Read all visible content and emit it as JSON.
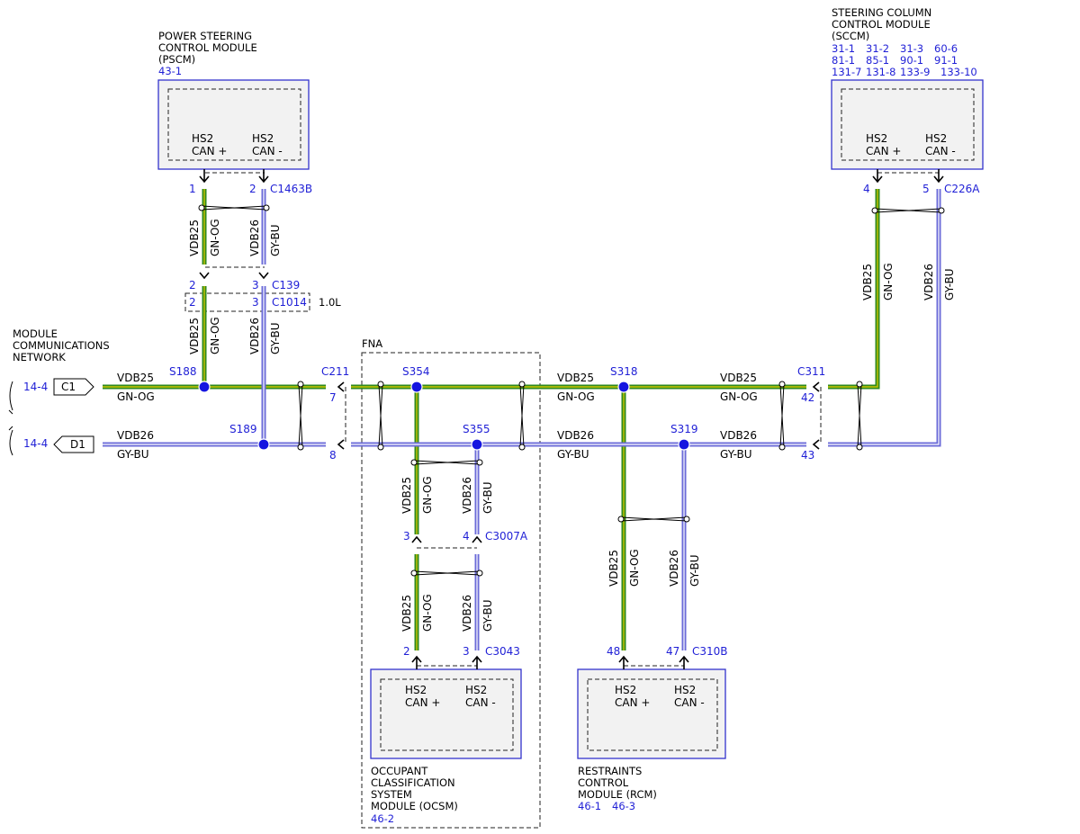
{
  "modules": {
    "pscm": {
      "name_lines": [
        "POWER STEERING",
        "CONTROL MODULE",
        "(PSCM)"
      ],
      "ref": "43-1"
    },
    "sccm": {
      "name_lines": [
        "STEERING COLUMN",
        "CONTROL MODULE",
        "(SCCM)"
      ],
      "ref_rows": [
        [
          "31-1",
          "31-2",
          "31-3",
          "60-6"
        ],
        [
          "81-1",
          "85-1",
          "90-1",
          "91-1"
        ],
        [
          "131-7",
          "131-8",
          "133-9",
          "133-10"
        ]
      ]
    },
    "ocsm": {
      "name_lines": [
        "OCCUPANT",
        "CLASSIFICATION",
        "SYSTEM",
        "MODULE (OCSM)"
      ],
      "ref": "46-2"
    },
    "rcm": {
      "name_lines": [
        "RESTRAINTS",
        "CONTROL",
        "MODULE (RCM)"
      ],
      "refs": [
        "46-1",
        "46-3"
      ]
    }
  },
  "pins": {
    "hs2_line": "HS2",
    "can_plus": "CAN +",
    "can_minus": "CAN -"
  },
  "network": {
    "title_lines": [
      "MODULE",
      "COMMUNICATIONS",
      "NETWORK"
    ],
    "ref_c1": "14-4",
    "ref_d1": "14-4",
    "c1": "C1",
    "d1": "D1"
  },
  "fna": "FNA",
  "length_note": "1.0L",
  "circuits": {
    "vdb25": "VDB25",
    "vdb26": "VDB26",
    "gn_og": "GN-OG",
    "gy_bu": "GY-BU"
  },
  "splices": {
    "s188": "S188",
    "s189": "S189",
    "s354": "S354",
    "s355": "S355",
    "s318": "S318",
    "s319": "S319"
  },
  "connectors": {
    "c1463b": "C1463B",
    "c139": "C139",
    "c1014": "C1014",
    "c211": "C211",
    "c311": "C311",
    "c226a": "C226A",
    "c3007a": "C3007A",
    "c3043": "C3043",
    "c310b": "C310B"
  },
  "pin_numbers": {
    "c1463b_1": "1",
    "c1463b_2": "2",
    "c139_2": "2",
    "c139_3": "3",
    "c1014_2": "2",
    "c1014_3": "3",
    "c211_7": "7",
    "c211_8": "8",
    "c311_42": "42",
    "c311_43": "43",
    "c226a_4": "4",
    "c226a_5": "5",
    "c3007a_3": "3",
    "c3007a_4": "4",
    "c3043_2": "2",
    "c3043_3": "3",
    "c310b_48": "48",
    "c310b_47": "47"
  },
  "colors": {
    "gn_og_wire": "#2f8a1f",
    "gn_og_stripe": "#c9c400",
    "gy_bu_wire": "#6b6bd8",
    "module_border": "#3333cc",
    "ref_text": "#1f1fd6",
    "splice_dot": "#1515e0"
  }
}
